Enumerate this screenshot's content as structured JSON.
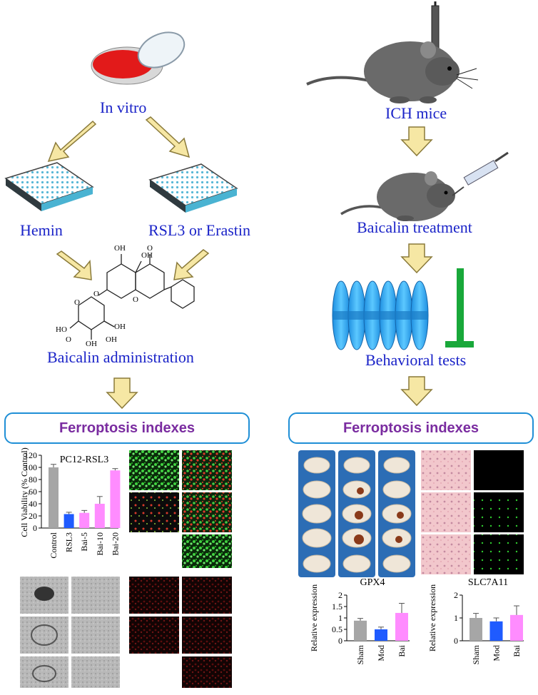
{
  "labels": {
    "in_vitro": "In vitro",
    "hemin": "Hemin",
    "rsl3_erastin": "RSL3 or Erastin",
    "baicalin_admin": "Baicalin administration",
    "ich_mice": "ICH mice",
    "baicalin_treatment": "Baicalin treatment",
    "behavioral_tests": "Behavioral tests",
    "ferroptosis_left": "Ferroptosis indexes",
    "ferroptosis_right": "Ferroptosis indexes"
  },
  "molecule_labels": {
    "oh_top1": "OH",
    "o_top": "O",
    "oh_top2": "OH",
    "o_ring": "O",
    "o_mid": "O",
    "o_sugar": "O",
    "oh_s1": "OH",
    "ho_left": "HO",
    "o_acid": "O",
    "oh_s2": "OH",
    "oh_s3": "OH"
  },
  "colors": {
    "title_blue": "#1a23c8",
    "box_border": "#1f8fd6",
    "box_text": "#7a2ca0",
    "arrow_fill": "#f6e7a4",
    "arrow_stroke": "#8a7a3a"
  },
  "chart_data": [
    {
      "type": "bar",
      "title": "PC12-RSL3",
      "ylabel": "Cell Viability (% Control)",
      "categories": [
        "Control",
        "RSL3",
        "Bai-5",
        "Bai-10",
        "Bai-20"
      ],
      "values": [
        100,
        23,
        25,
        40,
        95
      ],
      "errors": [
        5,
        3,
        4,
        12,
        3
      ],
      "colors": [
        "#a6a6a6",
        "#1f5bff",
        "#ff8cff",
        "#ff8cff",
        "#ff8cff"
      ],
      "ylim": [
        0,
        120
      ],
      "yticks": [
        "0",
        "20",
        "40",
        "60",
        "80",
        "100",
        "120"
      ]
    },
    {
      "type": "bar",
      "title": "GPX4",
      "ylabel": "Relative expression",
      "categories": [
        "Sham",
        "Mod",
        "Bai"
      ],
      "values": [
        0.88,
        0.5,
        1.22
      ],
      "errors": [
        0.1,
        0.1,
        0.42
      ],
      "colors": [
        "#a6a6a6",
        "#1f5bff",
        "#ff8cff"
      ],
      "ylim": [
        0,
        2
      ],
      "yticks": [
        "0",
        "0.5",
        "1",
        "1.5",
        "2"
      ]
    },
    {
      "type": "bar",
      "title": "SLC7A11",
      "ylabel": "Relative expression",
      "categories": [
        "Sham",
        "Mod",
        "Bai"
      ],
      "values": [
        1.0,
        0.85,
        1.13
      ],
      "errors": [
        0.2,
        0.15,
        0.4
      ],
      "colors": [
        "#a6a6a6",
        "#1f5bff",
        "#ff8cff"
      ],
      "ylim": [
        0,
        2
      ],
      "yticks": [
        "0",
        "1",
        "2"
      ]
    }
  ]
}
